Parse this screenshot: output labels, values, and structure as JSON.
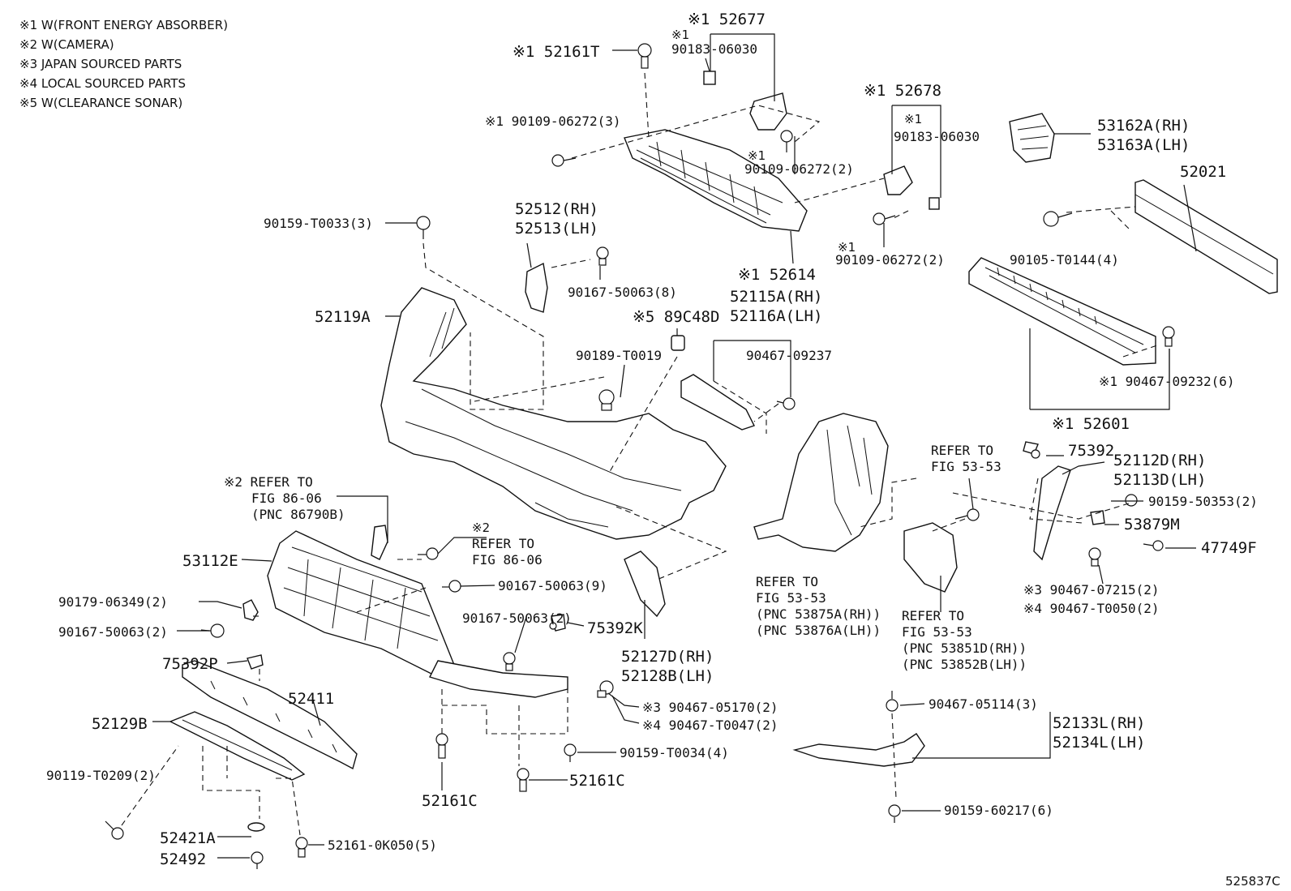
{
  "legend": [
    "※1 W(FRONT ENERGY ABSORBER)",
    "※2 W(CAMERA)",
    "※3 JAPAN SOURCED PARTS",
    "※4 LOCAL SOURCED PARTS",
    "※5 W(CLEARANCE SONAR)"
  ],
  "labels": {
    "l52677": "※1 52677",
    "l52161T": "※1 52161T",
    "l90183a_n": "※1",
    "l90183a": "90183-06030",
    "l90109a": "※1 90109-06272(3)",
    "l90109b_n": "※1",
    "l90109b": "90109-06272(2)",
    "l52678": "※1 52678",
    "l90183b_n": "※1",
    "l90183b": "90183-06030",
    "l53162A": "53162A(RH)",
    "l53163A": "53163A(LH)",
    "l52021": "52021",
    "l90105": "90105-T0144(4)",
    "l90109c_n": "※1",
    "l90109c": "90109-06272(2)",
    "l52614": "※1 52614",
    "l52115A": "52115A(RH)",
    "l52116A": "52116A(LH)",
    "l90159_33": "90159-T0033(3)",
    "l52512": "52512(RH)",
    "l52513": "52513(LH)",
    "l90167_8": "90167-50063(8)",
    "l52119A": "52119A",
    "l89C48D": "※5 89C48D",
    "l90189": "90189-T0019",
    "l90467_237": "90467-09237",
    "l90467_232": "※1 90467-09232(6)",
    "l52601": "※1 52601",
    "lRef86a_1": "※2 REFER TO",
    "lRef86a_2": "FIG 86-06",
    "lRef86a_3": "(PNC 86790B)",
    "lRef86b_n": "※2",
    "lRef86b_1": "REFER TO",
    "lRef86b_2": "FIG 86-06",
    "lRef53a_1": "REFER TO",
    "lRef53a_2": "FIG 53-53",
    "l75392": "75392",
    "l52112D": "52112D(RH)",
    "l52113D": "52113D(LH)",
    "l90159_353": "90159-50353(2)",
    "l53879M": "53879M",
    "l47749F": "47749F",
    "l53112E": "53112E",
    "l90167_9": "90167-50063(9)",
    "l90179": "90179-06349(2)",
    "l90167_2a": "90167-50063(2)",
    "l90167_2b": "90167-50063(2)",
    "l75392K": "75392K",
    "l52127D": "52127D(RH)",
    "l52128B": "52128B(LH)",
    "lRef53b_1": "REFER TO",
    "lRef53b_2": "FIG 53-53",
    "lRef53b_3": "(PNC 53875A(RH))",
    "lRef53b_4": "(PNC 53876A(LH))",
    "lRef53c_1": "REFER TO",
    "lRef53c_2": "FIG 53-53",
    "lRef53c_3": "(PNC 53851D(RH))",
    "lRef53c_4": "(PNC 53852B(LH))",
    "l90467_215": "※3 90467-07215(2)",
    "l90467_050": "※4 90467-T0050(2)",
    "l75392P": "75392P",
    "l52411": "52411",
    "l52129B": "52129B",
    "l90119": "90119-T0209(2)",
    "l90467_170": "※3 90467-05170(2)",
    "l90467_047": "※4 90467-T0047(2)",
    "l90159_34": "90159-T0034(4)",
    "l52161C_a": "52161C",
    "l52161C_b": "52161C",
    "l90467_114": "90467-05114(3)",
    "l52133L": "52133L(RH)",
    "l52134L": "52134L(LH)",
    "l90159_217": "90159-60217(6)",
    "l52421A": "52421A",
    "l52492": "52492",
    "l52161_0K": "52161-0K050(5)",
    "diagramId": "525837C"
  }
}
